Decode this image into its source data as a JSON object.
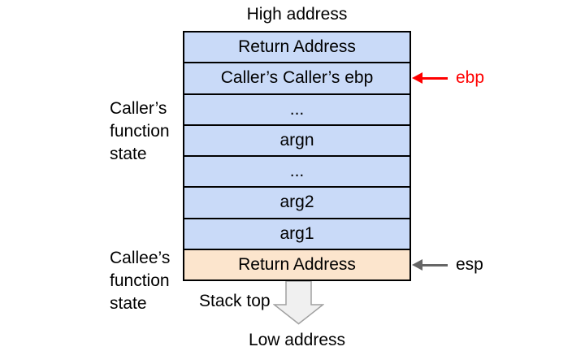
{
  "labels": {
    "high_address": "High address",
    "low_address": "Low address",
    "stack_top": "Stack top",
    "caller_state": [
      "Caller’s",
      "function",
      "state"
    ],
    "callee_state": [
      "Callee’s",
      "function",
      "state"
    ]
  },
  "stack": {
    "cells": [
      {
        "label": "Return Address",
        "region": "caller"
      },
      {
        "label": "Caller’s Caller’s ebp",
        "region": "caller"
      },
      {
        "label": "...",
        "region": "caller"
      },
      {
        "label": "argn",
        "region": "caller"
      },
      {
        "label": "...",
        "region": "caller"
      },
      {
        "label": "arg2",
        "region": "caller"
      },
      {
        "label": "arg1",
        "region": "caller"
      },
      {
        "label": "Return Address",
        "region": "callee"
      }
    ]
  },
  "pointers": {
    "ebp": {
      "label": "ebp"
    },
    "esp": {
      "label": "esp"
    }
  },
  "colors": {
    "caller_cell_fill": "#c9daf8",
    "callee_cell_fill": "#fce5cd",
    "cell_border": "#000000",
    "ebp_accent": "#ff0000",
    "esp_accent": "#666666",
    "block_arrow_fill": "#f0f0f0",
    "block_arrow_stroke": "#a0a0a0"
  }
}
